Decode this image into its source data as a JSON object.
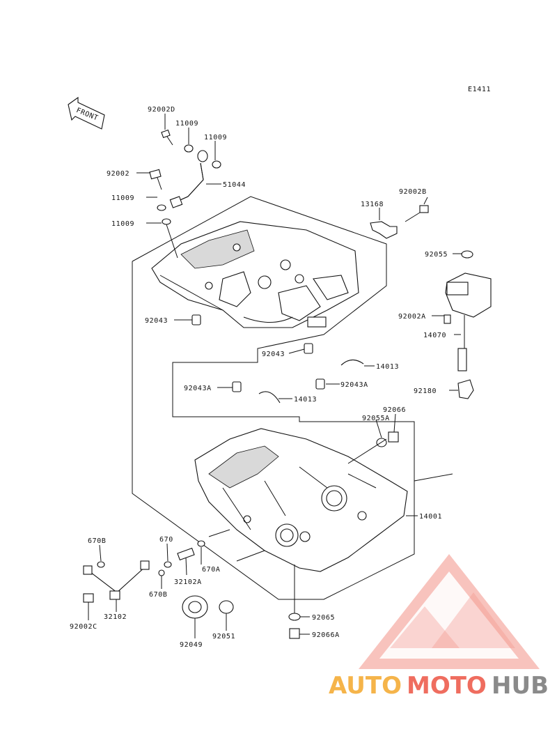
{
  "diagram": {
    "code": "E1411",
    "front_label": "FRONT",
    "labels": {
      "p92002D": "92002D",
      "p11009_a": "11009",
      "p11009_b": "11009",
      "p92002": "92002",
      "p51044": "51044",
      "p11009_c": "11009",
      "p11009_d": "11009",
      "p13168": "13168",
      "p92002B": "92002B",
      "p92055": "92055",
      "p92043_a": "92043",
      "p92002A": "92002A",
      "p14070": "14070",
      "p92043_b": "92043",
      "p14013_a": "14013",
      "p92043A_a": "92043A",
      "p92043A_b": "92043A",
      "p92180": "92180",
      "p14013_b": "14013",
      "p92066": "92066",
      "p92055A": "92055A",
      "p14001": "14001",
      "p670B_a": "670B",
      "p670": "670",
      "p670A": "670A",
      "p32102A": "32102A",
      "p670B_b": "670B",
      "p32102": "32102",
      "p92002C": "92002C",
      "p92049": "92049",
      "p92051": "92051",
      "p92065": "92065",
      "p92066A": "92066A"
    }
  },
  "watermark": {
    "text_part1": "AUTO",
    "text_part2": "MOTO",
    "text_part3": "HUB",
    "color_orange": "#f5b44a",
    "color_red": "#ef6d5f",
    "color_gray": "#8a8a8a"
  }
}
